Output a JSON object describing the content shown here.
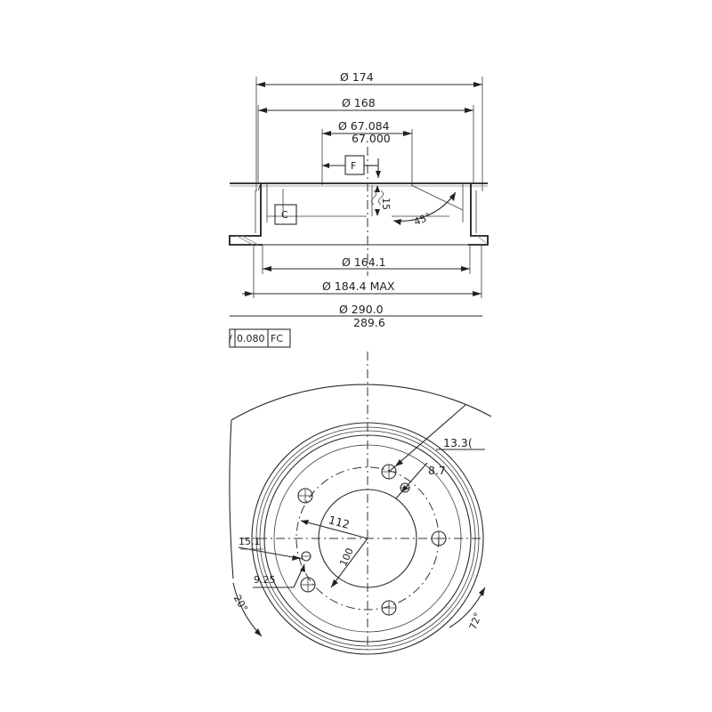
{
  "dimensions": {
    "d174": "Ø 174",
    "d168": "Ø 168",
    "d67_upper": "Ø 67.084",
    "d67_lower": "67.000",
    "d164": "Ø 164.1",
    "d184": "Ø 184.4 MAX",
    "d290_upper": "Ø 290.0",
    "d290_lower": "289.6",
    "angle45": "45°",
    "depth15": "15",
    "hole133": "13.3(",
    "hole87": "8.7",
    "pcd112": "112",
    "pcd100": "100",
    "off151": "15.1",
    "hole925": "9.25",
    "ang20": "20°",
    "ang72": "72°"
  },
  "datums": {
    "f": "F",
    "c": "C"
  },
  "tolerance": {
    "symbol": "/",
    "value": "0.080",
    "ref": "FC"
  }
}
